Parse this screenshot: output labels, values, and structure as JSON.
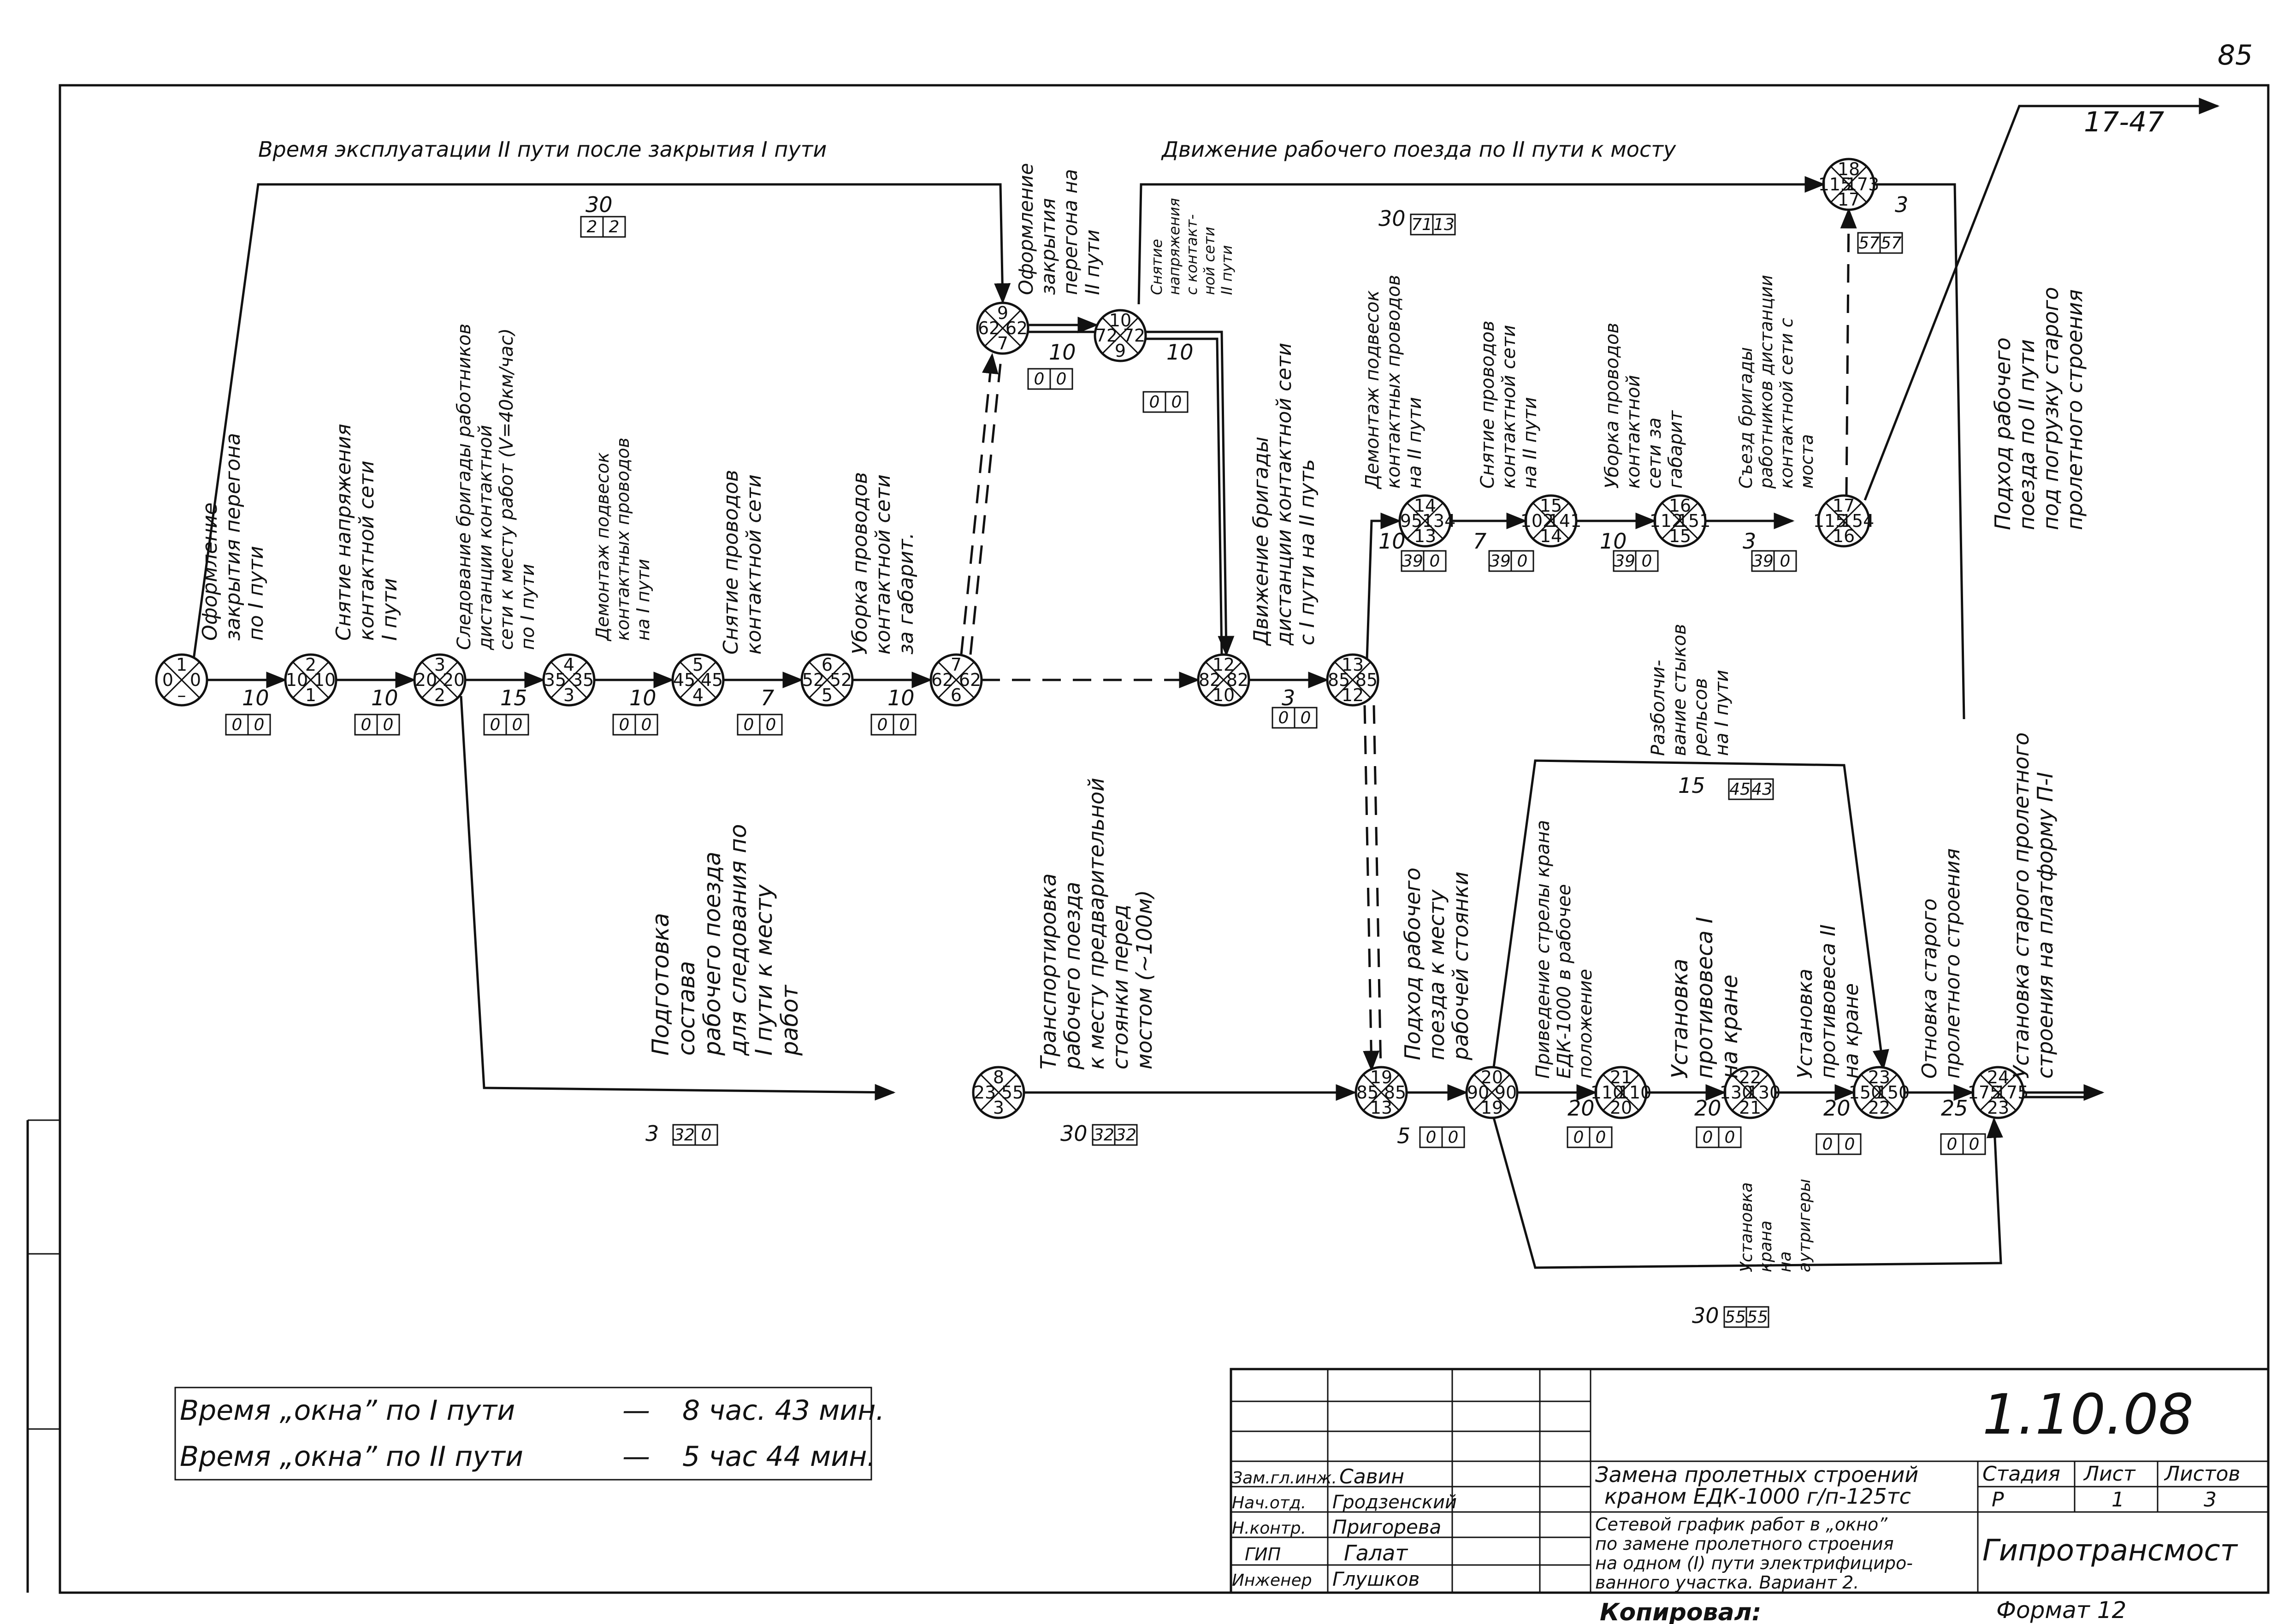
{
  "page_number": "85",
  "top_left_caption": "Время эксплуатации ІІ пути после закрытия І пути",
  "top_right_caption": "Движение рабочего поезда по ІІ пути к мосту",
  "arrow_out_label": "17-47",
  "nodes": [
    {
      "id": "1",
      "left": "0",
      "right": "0",
      "bottom": "–"
    },
    {
      "id": "2",
      "left": "10",
      "right": "10",
      "bottom": "1"
    },
    {
      "id": "3",
      "left": "20",
      "right": "20",
      "bottom": "2"
    },
    {
      "id": "4",
      "left": "35",
      "right": "35",
      "bottom": "3"
    },
    {
      "id": "5",
      "left": "45",
      "right": "45",
      "bottom": "4"
    },
    {
      "id": "6",
      "left": "52",
      "right": "52",
      "bottom": "5"
    },
    {
      "id": "7",
      "left": "62",
      "right": "62",
      "bottom": "6"
    },
    {
      "id": "8",
      "left": "23",
      "right": "55",
      "bottom": "3"
    },
    {
      "id": "9",
      "left": "62",
      "right": "62",
      "bottom": "7"
    },
    {
      "id": "10",
      "left": "72",
      "right": "72",
      "bottom": "9"
    },
    {
      "id": "12",
      "left": "82",
      "right": "82",
      "bottom": "10"
    },
    {
      "id": "13",
      "left": "85",
      "right": "85",
      "bottom": "12"
    },
    {
      "id": "14",
      "left": "95",
      "right": "134",
      "bottom": "13"
    },
    {
      "id": "15",
      "left": "102",
      "right": "141",
      "bottom": "14"
    },
    {
      "id": "16",
      "left": "112",
      "right": "151",
      "bottom": "15"
    },
    {
      "id": "17",
      "left": "115",
      "right": "154",
      "bottom": "16"
    },
    {
      "id": "18",
      "left": "115",
      "right": "173",
      "bottom": "17"
    },
    {
      "id": "19",
      "left": "85",
      "right": "85",
      "bottom": "13"
    },
    {
      "id": "20",
      "left": "90",
      "right": "90",
      "bottom": "19"
    },
    {
      "id": "21",
      "left": "110",
      "right": "110",
      "bottom": "20"
    },
    {
      "id": "22",
      "left": "130",
      "right": "130",
      "bottom": "21"
    },
    {
      "id": "23",
      "left": "150",
      "right": "150",
      "bottom": "22"
    },
    {
      "id": "24",
      "left": "175",
      "right": "175",
      "bottom": "23"
    }
  ],
  "durations": {
    "d1_2": "10",
    "d2_3": "10",
    "d3_4": "15",
    "d4_5": "10",
    "d5_6": "7",
    "d6_7": "10",
    "d9_10": "10",
    "d10_12": "10",
    "d12_13": "3",
    "d13_14": "10",
    "d14_15": "7",
    "d15_16": "10",
    "d16_17": "3",
    "d18_out": "3",
    "d_top_3_9": "30",
    "d_71_13": "30",
    "d3_8": "3",
    "d8_19": "30",
    "d19_20": "5",
    "d20_21": "20",
    "d21_22": "20",
    "d22_23": "20",
    "d23_24": "25",
    "d20_23_top": "15",
    "d20_24_bottom": "30"
  },
  "reserves": {
    "r1_2": [
      "0",
      "0"
    ],
    "r2_3": [
      "0",
      "0"
    ],
    "r3_4": [
      "0",
      "0"
    ],
    "r4_5": [
      "0",
      "0"
    ],
    "r5_6": [
      "0",
      "0"
    ],
    "r6_7": [
      "0",
      "0"
    ],
    "r9_10": [
      "0",
      "0"
    ],
    "r10_12": [
      "0",
      "0"
    ],
    "r12_13": [
      "0",
      "0"
    ],
    "r_top_3_9": [
      "2",
      "2"
    ],
    "r_71_13": [
      "71",
      "13"
    ],
    "r13_14": [
      "39",
      "0"
    ],
    "r14_15": [
      "39",
      "0"
    ],
    "r15_16": [
      "39",
      "0"
    ],
    "r16_17": [
      "39",
      "0"
    ],
    "r18": [
      "57",
      "57"
    ],
    "r3_8": [
      "32",
      "0"
    ],
    "r8_19": [
      "32",
      "32"
    ],
    "r19_20": [
      "0",
      "0"
    ],
    "r20_21": [
      "0",
      "0"
    ],
    "r21_22": [
      "0",
      "0"
    ],
    "r22_23": [
      "0",
      "0"
    ],
    "r23_24": [
      "0",
      "0"
    ],
    "r20_23_top": [
      "45",
      "43"
    ],
    "r20_24_bottom": [
      "55",
      "55"
    ]
  },
  "activities": {
    "a1_2": [
      "Оформление",
      "закрытия перегона",
      "по І пути"
    ],
    "a2_3": [
      "Снятие напряжения",
      "контактной сети",
      "І пути"
    ],
    "a3_4": [
      "Следование бригады работников",
      "дистанции контактной",
      "сети к месту работ (V=40км/час)",
      "по І пути"
    ],
    "a4_5": [
      "Демонтаж подвесок",
      "контактных проводов",
      "на І пути"
    ],
    "a5_6": [
      "Снятие проводов",
      "контактной сети"
    ],
    "a6_7": [
      "Уборка проводов",
      "контактной сети",
      "за габарит."
    ],
    "a7_9": [
      "Оформление",
      "закрытия",
      "перегона на",
      "ІІ пути"
    ],
    "a9_10": [
      "Снятие",
      "напряжения",
      "с контакт-",
      "ной сети",
      "ІІ пути"
    ],
    "a12_13": [
      "Движение бригады",
      "дистанции контактной сети",
      "с І пути на ІІ путь"
    ],
    "a13_14": [
      "Демонтаж подвесок",
      "контактных проводов",
      "на ІІ пути"
    ],
    "a14_15": [
      "Снятие проводов",
      "контактной сети",
      "на ІІ пути"
    ],
    "a15_16": [
      "Уборка проводов",
      "контактной",
      "сети за",
      "габарит"
    ],
    "a16_17": [
      "Съезд бригады",
      "работников дистанции",
      "контактной сети с",
      "моста"
    ],
    "a17_out": [
      "Подход рабочего",
      "поезда по ІІ пути",
      "под погрузку старого",
      "пролетного строения"
    ],
    "a3_8": [
      "Подготовка",
      "состава",
      "рабочего поезда",
      "для следования по",
      "І пути к месту",
      "работ"
    ],
    "a8_19": [
      "Транспортировка",
      "рабочего поезда",
      "к месту предварительной",
      "стоянки перед",
      "мостом (~100м)"
    ],
    "a13_19": [
      "Подход рабочего",
      "поезда к месту",
      "рабочей стоянки"
    ],
    "a19_20": [
      "Приведение стрелы крана",
      "ЕДК-1000 в рабочее",
      "положение"
    ],
    "a20_21": [
      "Установка",
      "противовеса І",
      "на кране"
    ],
    "a21_22": [
      "Установка",
      "противовеса ІІ",
      "на кране"
    ],
    "a22_23": [
      "Отновка старого",
      "пролетного строения"
    ],
    "a23_24": [
      "Установка старого пролетного",
      "строения на платформу П-І"
    ],
    "a20_23_top": [
      "Разболчи-",
      "вание стыков",
      "рельсов",
      "на І пути"
    ],
    "a20_24_bottom": [
      "Установка",
      "крана",
      "на",
      "аутригеры"
    ]
  },
  "window_times": [
    {
      "label": "Время „окна” по І пути",
      "dash": "—",
      "value": "8 час. 43 мин."
    },
    {
      "label": "Время „окна” по ІІ пути",
      "dash": "—",
      "value": "5 час 44 мин."
    }
  ],
  "title_block": {
    "doc_number": "1.10.08",
    "roles": [
      {
        "role": "Зам.гл.инж.",
        "name": "Савин"
      },
      {
        "role": "Нач.отд.",
        "name": "Гродзенский"
      },
      {
        "role": "Н.контр.",
        "name": "Пригорева"
      },
      {
        "role": "ГИП",
        "name": "Галат"
      },
      {
        "role": "Инженер",
        "name": "Глушков"
      }
    ],
    "title_line1": "Замена пролетных строений",
    "title_line2": "краном ЕДК-1000 г/п-125тс",
    "sub_line1": "Сетевой график работ в „окно”",
    "sub_line2": "по замене пролетного строения",
    "sub_line3": "на одном (І) пути электрифициро-",
    "sub_line4": "ванного участка. Вариант 2.",
    "stage_header": "Стадия",
    "sheet_header": "Лист",
    "sheets_header": "Листов",
    "stage": "Р",
    "sheet": "1",
    "sheets": "3",
    "org": "Гипротрансмост"
  },
  "copied_label": "Копировал:",
  "format_label": "Формат 12"
}
